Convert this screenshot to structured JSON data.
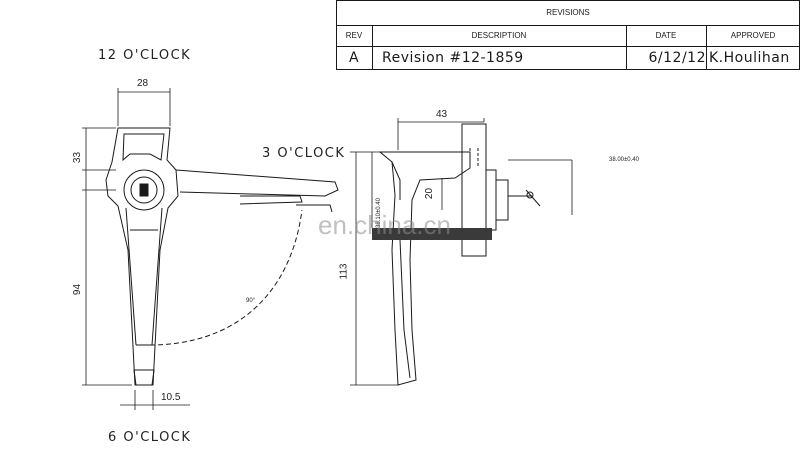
{
  "revisions": {
    "title": "REVISIONS",
    "headers": {
      "rev": "REV",
      "description": "DESCRIPTION",
      "date": "DATE",
      "approved": "APPROVED"
    },
    "row": {
      "rev": "A",
      "description": "Revision #12-1859",
      "date": "6/12/12",
      "approved": "K.Houlihan"
    }
  },
  "positions": {
    "top": "12 O'CLOCK",
    "side": "3 O'CLOCK",
    "bottom": "6 O'CLOCK"
  },
  "dimensions": {
    "front_width": "28",
    "front_top_height": "33",
    "front_length": "94",
    "base_width": "10.5",
    "rotation_angle": "90°",
    "side_depth": "43",
    "side_offset": "20",
    "side_length": "113",
    "side_small_left": "38.10±0.40",
    "side_small_right": "38.00±0.40"
  },
  "watermark": "en.china.cn",
  "colors": {
    "line": "#1a1a1a",
    "watermark": "#8c8c8c",
    "mount_band": "#3a3a3a"
  }
}
